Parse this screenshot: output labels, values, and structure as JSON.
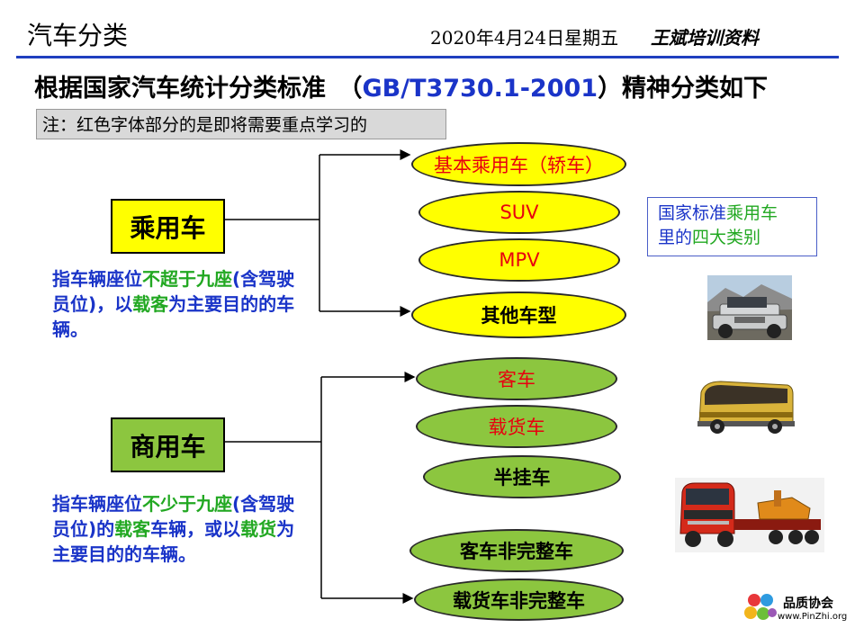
{
  "header": {
    "title": "汽车分类",
    "date": "2020年4月24日星期五",
    "author": "王斌培训资料"
  },
  "heading": {
    "prefix": "根据国家汽车统计分类标准　（",
    "code": "GB/T3730.1-2001",
    "suffix": "）精神分类如下"
  },
  "note": "注：红色字体部分的是即将需要重点学习的",
  "passenger": {
    "label": "乘用车",
    "desc": {
      "p1": "指车辆座位",
      "p2": "不超于九座",
      "p3": "(含驾驶员位)，以",
      "p4": "载客",
      "p5": "为主要目的的车辆。"
    },
    "types": [
      "基本乘用车（轿车）",
      "SUV",
      "MPV",
      "其他车型"
    ]
  },
  "commercial": {
    "label": "商用车",
    "desc": {
      "p1": "指车辆座位",
      "p2": "不少于九座",
      "p3": "(含驾驶员位)的",
      "p4": "载客",
      "p5": "车辆，或以",
      "p6": "载货",
      "p7": "为主要目的的车辆。"
    },
    "types": [
      "客车",
      "载货车",
      "半挂车",
      "客车非完整车",
      "载货车非完整车"
    ]
  },
  "side_note": {
    "p1": "国家标准",
    "p2": "乘用车",
    "p3": "里的",
    "p4": "四大类别"
  },
  "logo": {
    "name": "品质协会",
    "url": "www.PinZhi.org"
  },
  "colors": {
    "accent_blue": "#1a34c8",
    "yellow": "#ffff00",
    "green": "#8cc63f",
    "red": "#e8000f",
    "highlight_green": "#22a822"
  }
}
